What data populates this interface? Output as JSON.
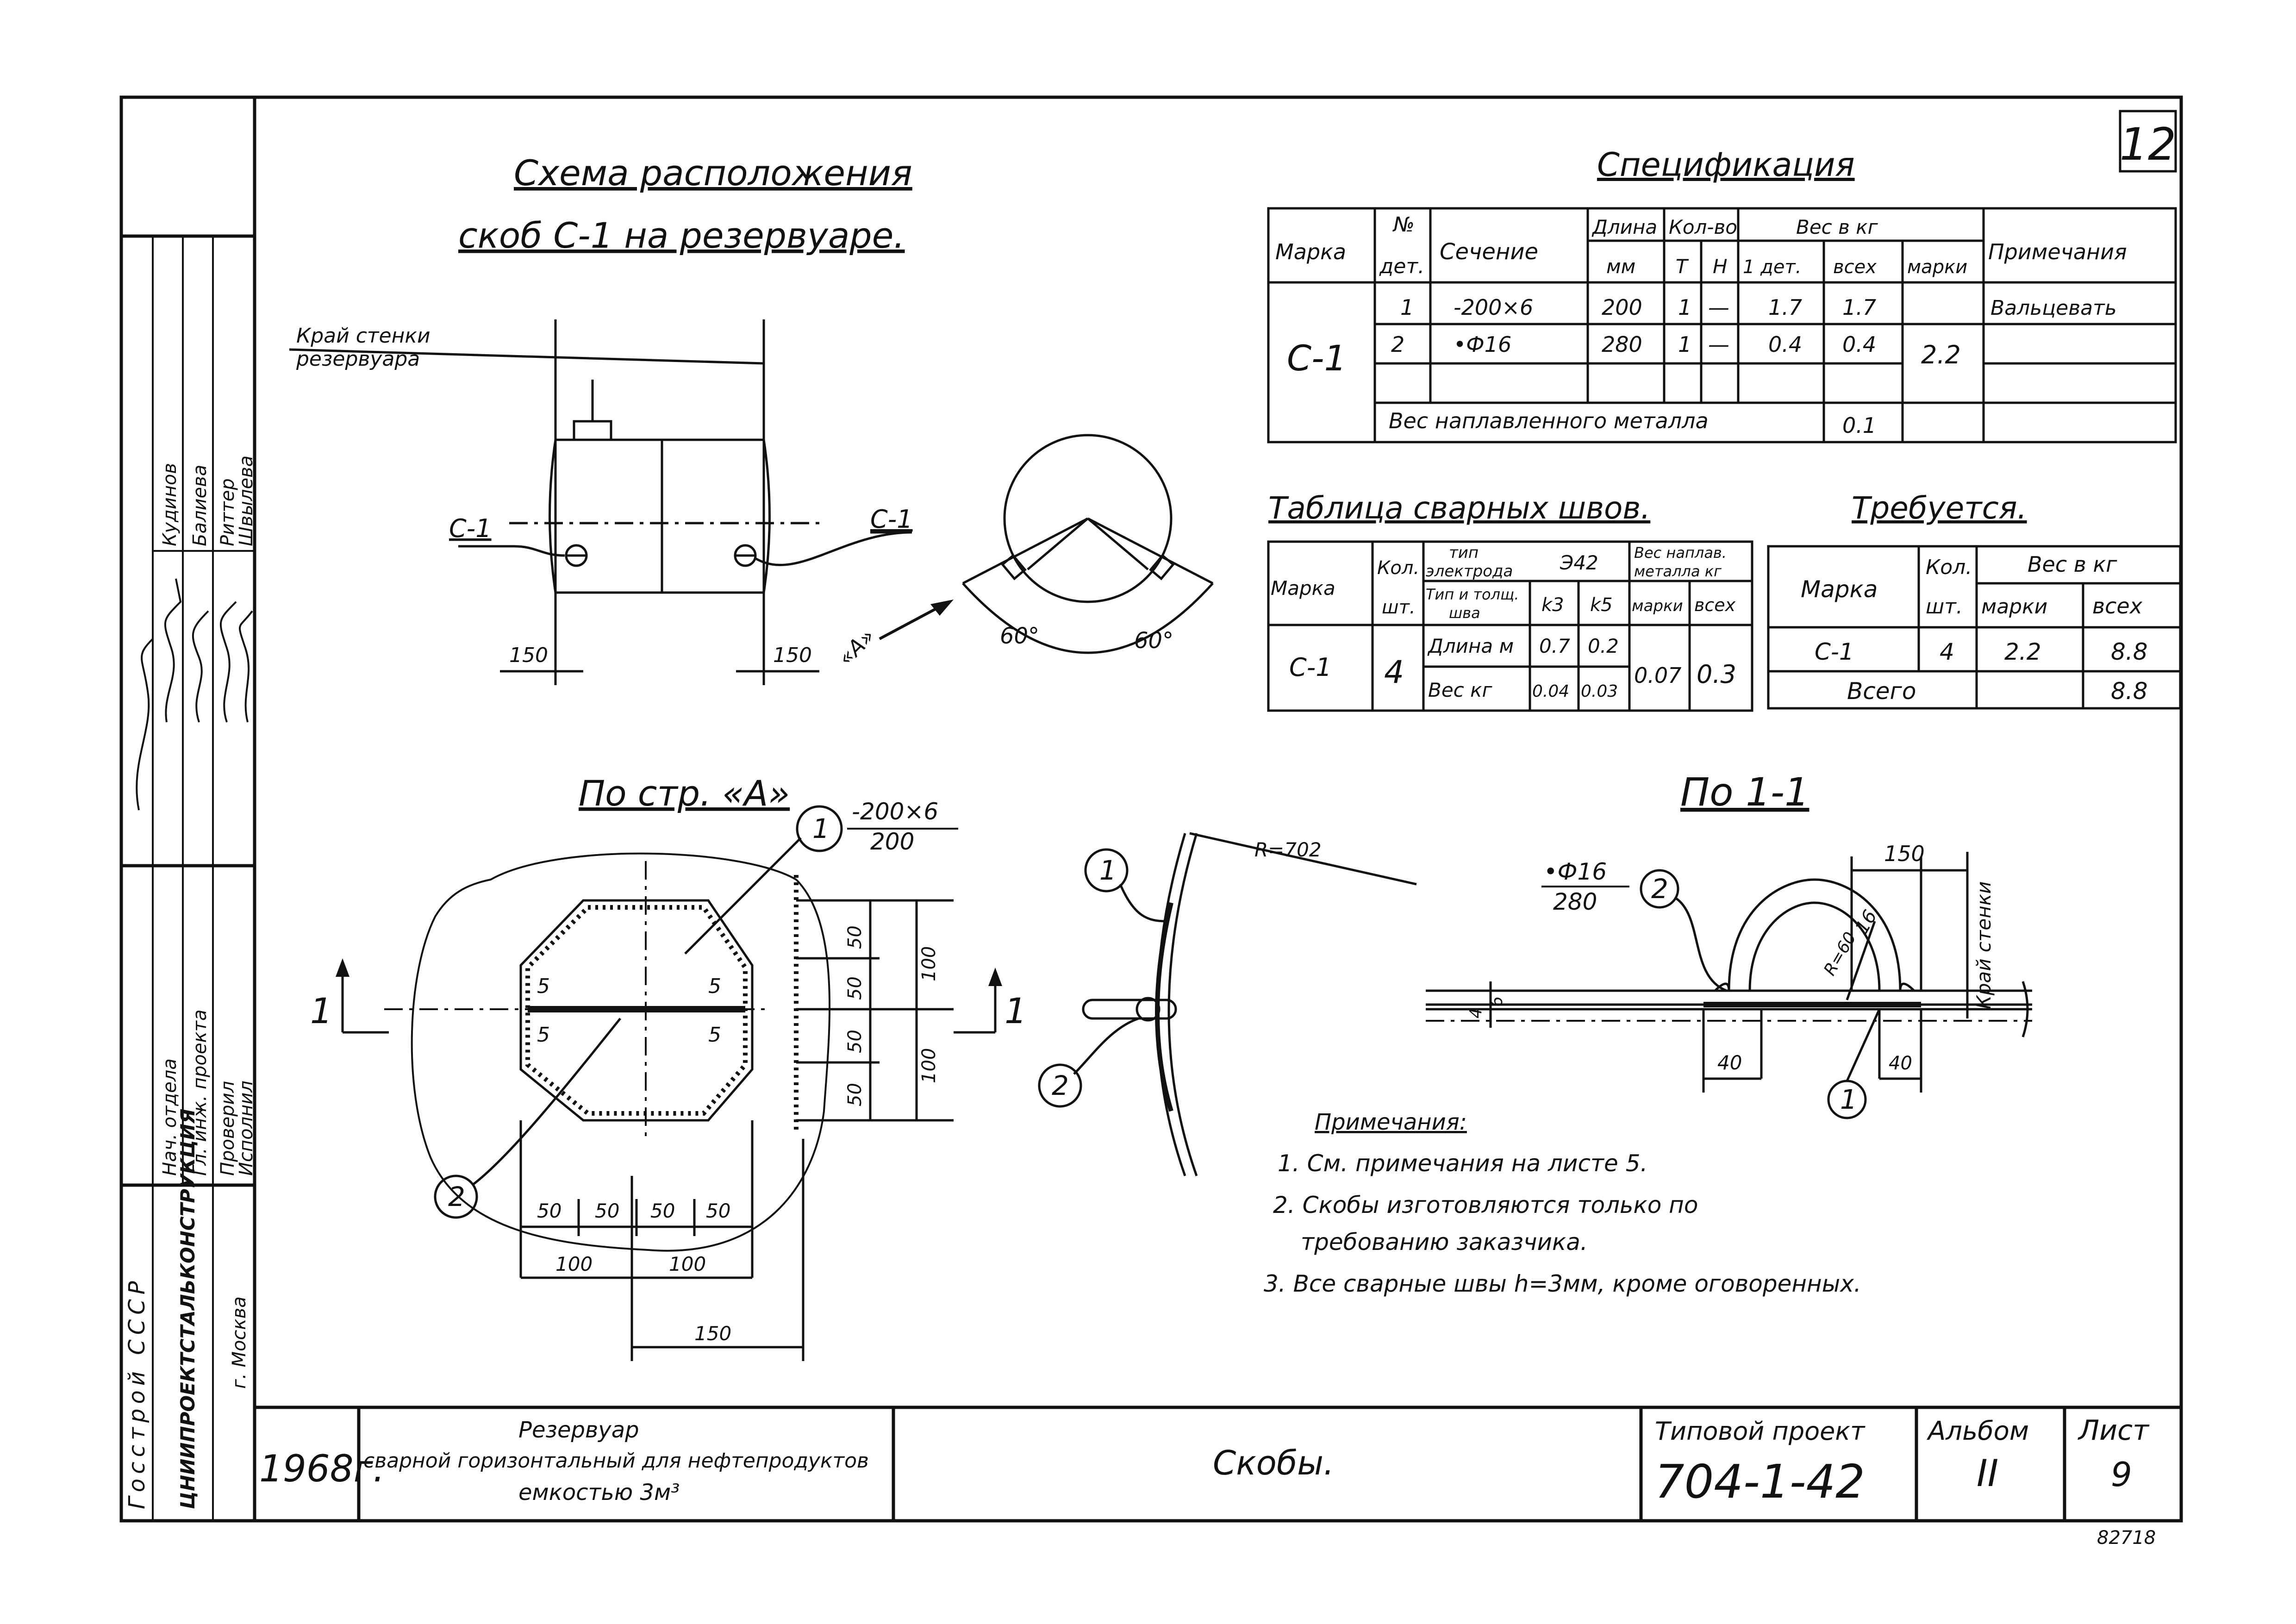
{
  "sheet_number": "12",
  "inventory_number": "82718",
  "scheme": {
    "title_line1": "Схема расположения",
    "title_line2": "скоб С-1 на резервуаре.",
    "edge_label_line1": "Край стенки",
    "edge_label_line2": "резервуара",
    "mark_left": "С-1",
    "mark_right": "С-1",
    "dim_left": "150",
    "dim_right": "150",
    "view_arrow": "«А»",
    "angle_left": "60°",
    "angle_right": "60°"
  },
  "spec": {
    "title": "Спецификация",
    "h_mark": "Марка",
    "h_no_1": "№",
    "h_no_2": "дет.",
    "h_section": "Сечение",
    "h_length_1": "Длина",
    "h_length_2": "мм",
    "h_qty": "Кол-во",
    "h_qty_t": "Т",
    "h_qty_n": "Н",
    "h_weight": "Вес в кг",
    "h_w1": "1 дет.",
    "h_w_all": "всех",
    "h_w_mark": "марки",
    "h_notes": "Примечания",
    "mark": "С-1",
    "rows": [
      {
        "no": "1",
        "section": "-200×6",
        "length": "200",
        "t": "1",
        "n": "—",
        "w1": "1.7",
        "wall": "1.7",
        "note": "Вальцевать"
      },
      {
        "no": "2",
        "section": "•Ф16",
        "length": "280",
        "t": "1",
        "n": "—",
        "w1": "0.4",
        "wall": "0.4",
        "note": ""
      }
    ],
    "mark_weight": "2.2",
    "weld_metal_label": "Вес наплавленного металла",
    "weld_metal_value": "0.1"
  },
  "welds": {
    "title": "Таблица сварных швов.",
    "h_mark": "Марка",
    "h_qty_1": "Кол.",
    "h_qty_2": "шт.",
    "h_electrode_1": "тип",
    "h_electrode_2": "электрода",
    "electrode": "Э42",
    "h_type_1": "Тип и толщ.",
    "h_type_2": "шва",
    "h_k3": "k3",
    "h_k5": "k5",
    "h_weld_1": "Вес наплав.",
    "h_weld_2": "металла кг",
    "h_weld_mark": "марки",
    "h_weld_all": "всех",
    "mark": "С-1",
    "qty": "4",
    "len_label": "Длина м",
    "len_k3": "0.7",
    "len_k5": "0.2",
    "w_label": "Вес кг",
    "w_k3": "0.04",
    "w_k5": "0.03",
    "w_mark": "0.07",
    "w_all": "0.3"
  },
  "required": {
    "title": "Требуется.",
    "h_mark": "Марка",
    "h_qty_1": "Кол.",
    "h_qty_2": "шт.",
    "h_weight": "Вес в кг",
    "h_w_mark": "марки",
    "h_w_all": "всех",
    "mark": "С-1",
    "qty": "4",
    "w_mark": "2.2",
    "w_all": "8.8",
    "total_label": "Всего",
    "total_value": "8.8"
  },
  "view_a": {
    "title": "По стр. «А»",
    "leader1": "1",
    "leader2": "2",
    "plate_top": "-200×6",
    "plate_bottom": "200",
    "weld_5a": "5",
    "weld_5b": "5",
    "weld_5c": "5",
    "weld_5d": "5",
    "dim_50": "50",
    "dim_100": "100",
    "dim_150": "150",
    "cut": "1"
  },
  "section_view": {
    "leader1": "1",
    "leader2": "2",
    "radius": "R=702"
  },
  "view_11": {
    "title": "По 1-1",
    "rod_top": "•Ф16",
    "rod_bottom": "280",
    "leader1": "1",
    "leader2": "2",
    "dim_150": "150",
    "dim_16": "16",
    "dim_r60": "R=60",
    "dim_40a": "40",
    "dim_40b": "40",
    "dim_4": "4",
    "dim_6": "6",
    "edge_label": "Край стенки"
  },
  "notes": {
    "title": "Примечания:",
    "n1": "1. См. примечания на листе 5.",
    "n2a": "2. Скобы изготовляются только по",
    "n2b": "требованию заказчика.",
    "n3": "3. Все сварные швы h=3мм, кроме оговоренных."
  },
  "side_stamp": {
    "org1": "Госстрой СССР",
    "org2": "ЦНИИПРОЕКТСТАЛЬКОНСТРУКЦИЯ",
    "org3": "г. Москва",
    "r1": "Нач. отдела",
    "r2": "Гл. инж. проекта",
    "r3": "Проверил",
    "r4": "Исполнил",
    "p1": "Кудинов",
    "p2": "Балиева",
    "p3": "Риттер",
    "p4": "Швылева"
  },
  "title_block": {
    "year": "1968г.",
    "desc1": "Резервуар",
    "desc2": "сварной горизонтальный для нефтепродуктов",
    "desc3": "емкостью 3м³",
    "name": "Скобы.",
    "project_label": "Типовой проект",
    "project_number": "704-1-42",
    "album_label": "Альбом",
    "album_value": "II",
    "sheet_label": "Лист",
    "sheet_value": "9"
  }
}
